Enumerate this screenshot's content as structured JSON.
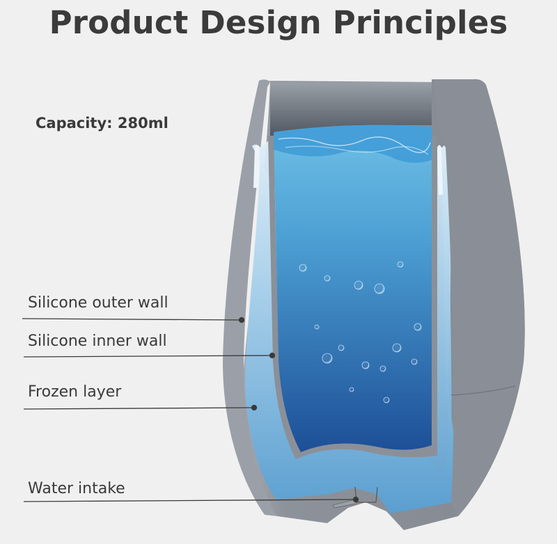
{
  "header": {
    "title": "Product Design Principles"
  },
  "specs": {
    "capacity": "Capacity: 280ml"
  },
  "callouts": [
    {
      "label": "Silicone outer wall",
      "target": "outer-wall"
    },
    {
      "label": "Silicone inner wall",
      "target": "inner-wall"
    },
    {
      "label": "Frozen layer",
      "target": "frozen-layer"
    },
    {
      "label": "Water intake",
      "target": "water-intake"
    }
  ],
  "colors": {
    "background": "#f0f0f0",
    "text": "#3a3a3a",
    "silicone": "#8e939b",
    "ice": "#9cc6e0",
    "water_top": "#4aa6d8",
    "water_bottom": "#1f5aa0",
    "leader_line": "#3a3a3a"
  }
}
